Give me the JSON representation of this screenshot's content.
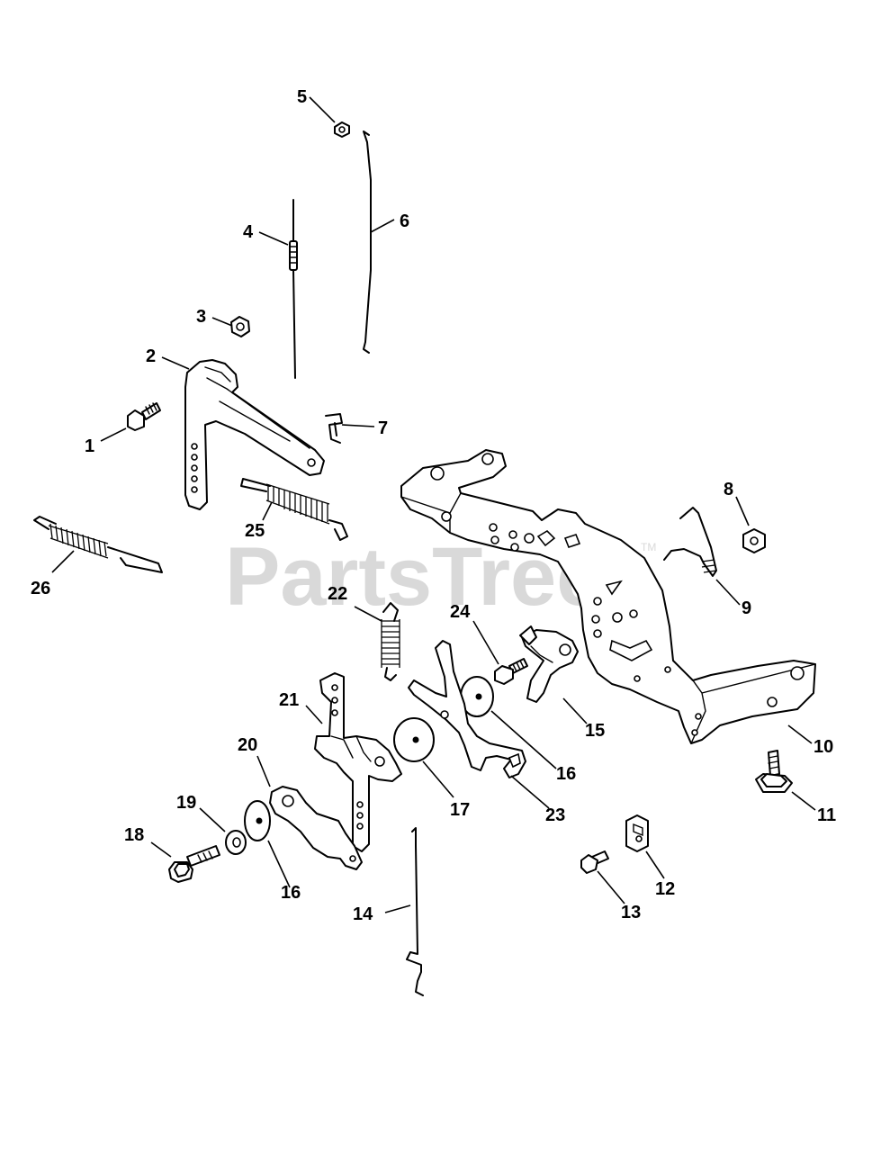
{
  "watermark": {
    "text": "PartsTree",
    "trademark": "TM",
    "color": "#d9d9d9"
  },
  "callouts": [
    {
      "id": "c1",
      "label": "1"
    },
    {
      "id": "c2",
      "label": "2"
    },
    {
      "id": "c3",
      "label": "3"
    },
    {
      "id": "c4",
      "label": "4"
    },
    {
      "id": "c5",
      "label": "5"
    },
    {
      "id": "c6",
      "label": "6"
    },
    {
      "id": "c7",
      "label": "7"
    },
    {
      "id": "c8",
      "label": "8"
    },
    {
      "id": "c9",
      "label": "9"
    },
    {
      "id": "c10",
      "label": "10"
    },
    {
      "id": "c11",
      "label": "11"
    },
    {
      "id": "c12",
      "label": "12"
    },
    {
      "id": "c13",
      "label": "13"
    },
    {
      "id": "c14",
      "label": "14"
    },
    {
      "id": "c15",
      "label": "15"
    },
    {
      "id": "c16a",
      "label": "16"
    },
    {
      "id": "c16b",
      "label": "16"
    },
    {
      "id": "c17",
      "label": "17"
    },
    {
      "id": "c18",
      "label": "18"
    },
    {
      "id": "c19",
      "label": "19"
    },
    {
      "id": "c20",
      "label": "20"
    },
    {
      "id": "c21",
      "label": "21"
    },
    {
      "id": "c22",
      "label": "22"
    },
    {
      "id": "c23",
      "label": "23"
    },
    {
      "id": "c24",
      "label": "24"
    },
    {
      "id": "c25",
      "label": "25"
    },
    {
      "id": "c26",
      "label": "26"
    }
  ]
}
